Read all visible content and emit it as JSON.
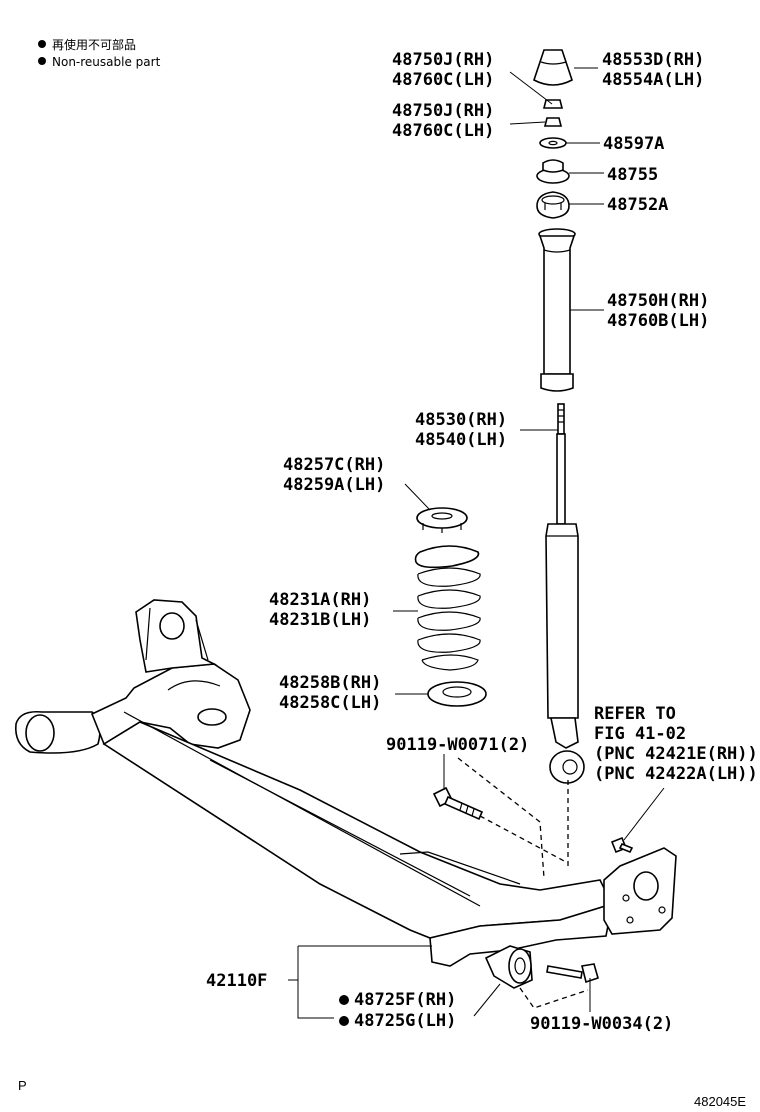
{
  "legend": {
    "marker_cn": "再使用不可部品",
    "marker_en": "Non-reusable part"
  },
  "labels": {
    "p48750J_rh_a": "48750J(RH)",
    "p48760C_lh_a": "48760C(LH)",
    "p48750J_rh_b": "48750J(RH)",
    "p48760C_lh_b": "48760C(LH)",
    "p48553D_rh": "48553D(RH)",
    "p48554A_lh": "48554A(LH)",
    "p48597A": "48597A",
    "p48755": "48755",
    "p48752A": "48752A",
    "p48750H_rh": "48750H(RH)",
    "p48760B_lh": "48760B(LH)",
    "p48530_rh": "48530(RH)",
    "p48540_lh": "48540(LH)",
    "p48257C_rh": "48257C(RH)",
    "p48259A_lh": "48259A(LH)",
    "p48231A_rh": "48231A(RH)",
    "p48231B_lh": "48231B(LH)",
    "p48258B_rh": "48258B(RH)",
    "p48258C_lh": "48258C(LH)",
    "p90119_W0071": "90119-W0071(2)",
    "refer_1": "REFER TO",
    "refer_2": "FIG 41-02",
    "refer_3": "(PNC 42421E(RH))",
    "refer_4": "(PNC 42422A(LH))",
    "p42110F": "42110F",
    "p48725F_rh": "48725F(RH)",
    "p48725G_lh": "48725G(LH)",
    "p90119_W0034": "90119-W0034(2)"
  },
  "footer": {
    "page_marker": "P",
    "figure_id": "482045E"
  }
}
